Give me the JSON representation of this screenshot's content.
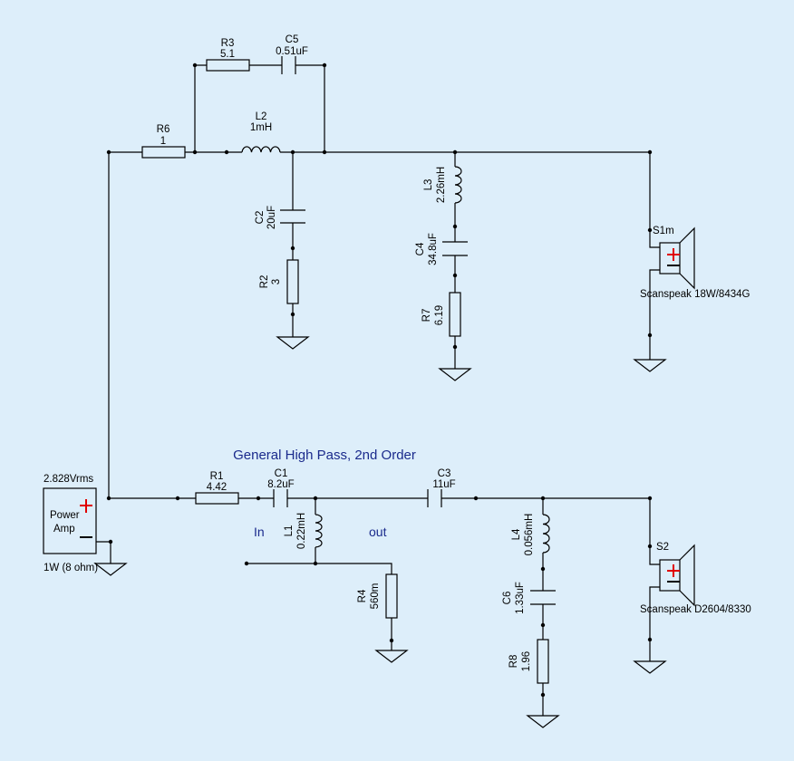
{
  "diagram": {
    "components": {
      "r6": {
        "ref": "R6",
        "value": "1"
      },
      "r3": {
        "ref": "R3",
        "value": "5.1"
      },
      "c5": {
        "ref": "C5",
        "value": "0.51uF"
      },
      "l2": {
        "ref": "L2",
        "value": "1mH"
      },
      "c2": {
        "ref": "C2",
        "value": "20uF"
      },
      "r2": {
        "ref": "R2",
        "value": "3"
      },
      "l3": {
        "ref": "L3",
        "value": "2.26mH"
      },
      "c4": {
        "ref": "C4",
        "value": "34.8uF"
      },
      "r7": {
        "ref": "R7",
        "value": "6.19"
      },
      "s1m": {
        "ref": "S1m",
        "value": "Scanspeak 18W/8434G"
      },
      "r1": {
        "ref": "R1",
        "value": "4.42"
      },
      "c1": {
        "ref": "C1",
        "value": "8.2uF"
      },
      "l1": {
        "ref": "L1",
        "value": "0.22mH"
      },
      "r4": {
        "ref": "R4",
        "value": "560m"
      },
      "c3": {
        "ref": "C3",
        "value": "11uF"
      },
      "l4": {
        "ref": "L4",
        "value": "0.056mH"
      },
      "c6": {
        "ref": "C6",
        "value": "1.33uF"
      },
      "r8": {
        "ref": "R8",
        "value": "1.96"
      },
      "s2": {
        "ref": "S2",
        "value": "Scanspeak D2604/8330"
      }
    },
    "source": {
      "voltage": "2.828Vrms",
      "label_line1": "Power",
      "label_line2": "Amp",
      "rating": "1W (8 ohm)"
    },
    "annotations": {
      "section_title": "General High Pass, 2nd Order",
      "in_label": "In",
      "out_label": "out"
    },
    "colors": {
      "background": "#ddeefa",
      "wire": "#000000",
      "annotation": "#1a2a8c",
      "plus_terminal": "#e00000"
    }
  }
}
